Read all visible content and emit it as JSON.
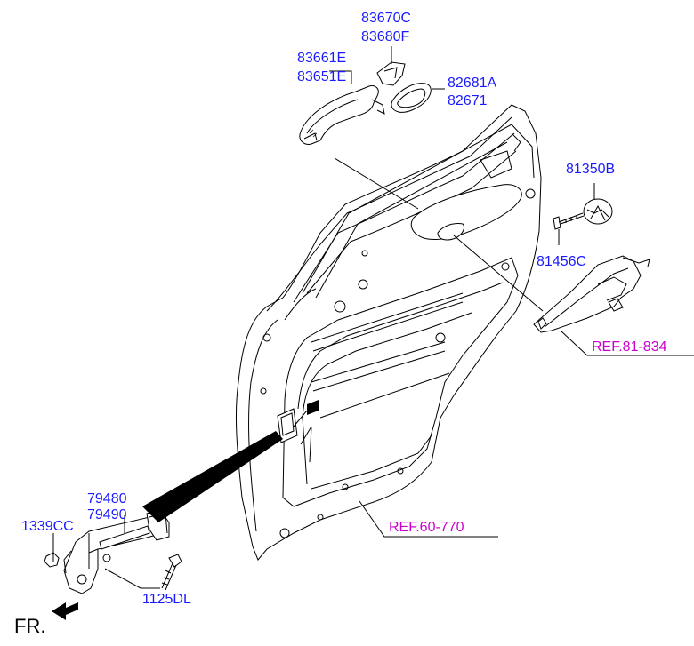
{
  "labels": {
    "p83670C": "83670C",
    "p83680F": "83680F",
    "p83661E": "83661E",
    "p83651E": "83651E",
    "p82681A": "82681A",
    "p82671": "82671",
    "p81350B": "81350B",
    "p81456C": "81456C",
    "ref81": "REF.81-834",
    "p79480": "79480",
    "p79490": "79490",
    "p1339CC": "1339CC",
    "ref60": "REF.60-770",
    "p1125DL": "1125DL",
    "fr": "FR."
  },
  "colors": {
    "part_number": "#1a1aff",
    "reference": "#cc00cc",
    "line": "#000000"
  }
}
